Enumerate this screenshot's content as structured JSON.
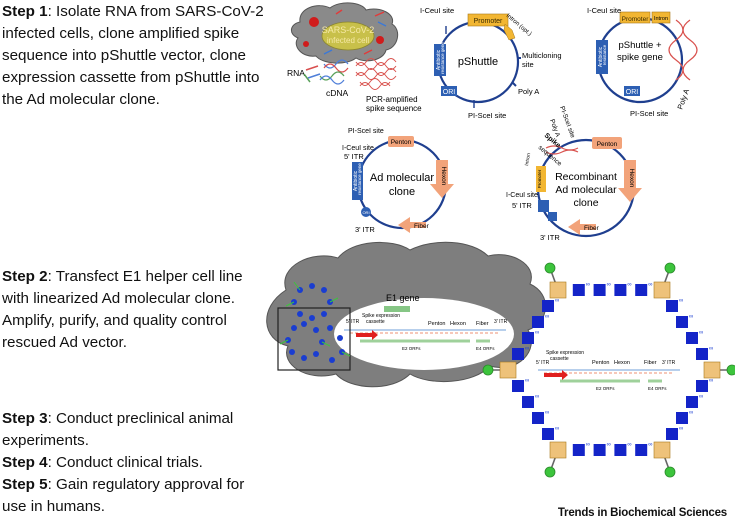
{
  "steps": {
    "step1": {
      "label": "Step 1",
      "text": ": Isolate RNA from SARS-CoV-2 infected cells, clone amplified spike sequence into pShuttle vector, clone expression cassette from pShuttle into the Ad molecular clone."
    },
    "step2": {
      "label": "Step 2",
      "text": ": Transfect E1 helper cell line with linearized Ad molecular clone. Amplify, purify, and quality control rescued Ad vector."
    },
    "step3": {
      "label": "Step 3",
      "text": ": Conduct preclinical animal experiments."
    },
    "step4": {
      "label": "Step 4",
      "text": ": Conduct clinical trials."
    },
    "step5": {
      "label": "Step 5",
      "text": ": Gain regulatory approval for use in humans."
    }
  },
  "panel1": {
    "cell_label_line1": "SARS-CoV-2",
    "cell_label_line2": "infected cell",
    "rna": "RNA",
    "cdna": "cDNA",
    "pcr_line1": "PCR-amplified",
    "pcr_line2": "spike sequence",
    "pshuttle": {
      "name": "pShuttle",
      "iceu": "I-CeuI site",
      "promoter": "Promoter",
      "intron": "Intron (opt.)",
      "mcs_line1": "Multicloning",
      "mcs_line2": "site",
      "polya": "Poly A",
      "pisce": "PI-SceI site",
      "ori": "ORI",
      "abres_line1": "Antibiotic",
      "abres_line2": "resistance gene"
    },
    "pshuttle_spike": {
      "name_line1": "pShuttle +",
      "name_line2": "spike gene",
      "iceu": "I-CeuI site",
      "promoter": "Promoter",
      "intron": "Intron",
      "polya": "Poly A",
      "pisce": "PI-SceI site",
      "ori": "ORI",
      "abres_line1": "Antibiotic",
      "abres_line2": "resistance"
    },
    "ad_clone": {
      "name_line1": "Ad molecular",
      "name_line2": "clone",
      "pisce": "PI-SceI site",
      "iceu": "I-CeuI site",
      "itr5": "5' ITR",
      "itr3": "3' ITR",
      "penton": "Penton",
      "hexon": "Hexon",
      "fiber": "Fiber",
      "ori": "ORI",
      "abres_line1": "Antibiotic",
      "abres_line2": "resistance gene"
    },
    "recombinant": {
      "name_line1": "Recombinant",
      "name_line2": "Ad molecular",
      "name_line3": "clone",
      "pisce": "PI-SceI site",
      "polya": "Poly A",
      "spike_line1": "Spike",
      "spike_line2": "sequence",
      "promoter": "Promoter",
      "intron": "Intron",
      "iceu": "I-CeuI site",
      "itr5": "5' ITR",
      "itr3": "3' ITR",
      "penton": "Penton",
      "hexon": "Hexon",
      "fiber": "Fiber"
    }
  },
  "panel2": {
    "e1_gene": "E1 gene",
    "itr5": "5' ITR",
    "spike_line1": "Spike expression",
    "spike_line2": "cassette",
    "penton": "Penton",
    "hexon": "Hexon",
    "fiber": "Fiber",
    "itr3": "3' ITR",
    "e2": "E2 ORFs",
    "e4": "E4 ORFs"
  },
  "panel3": {
    "itr5": "5' ITR",
    "spike_line1": "Spike expression",
    "spike_line2": "cassette",
    "penton": "Penton",
    "hexon": "Hexon",
    "fiber": "Fiber",
    "itr3": "3' ITR",
    "e2": "E2 ORFs",
    "e4": "E4 ORFs"
  },
  "credit": "Trends in Biochemical Sciences",
  "colors": {
    "plasmid": "#1f3f8f",
    "promoter": "#f2b632",
    "gene_box": "#2d5fb3",
    "arrow": "#f2a37a",
    "dna_red": "#d9534f",
    "capsid_blue": "#1424c8",
    "capsid_tan": "#eec27a",
    "fiber_green": "#3cc43c",
    "e2_green": "#9fd19b",
    "spike_red": "#e0201f"
  }
}
